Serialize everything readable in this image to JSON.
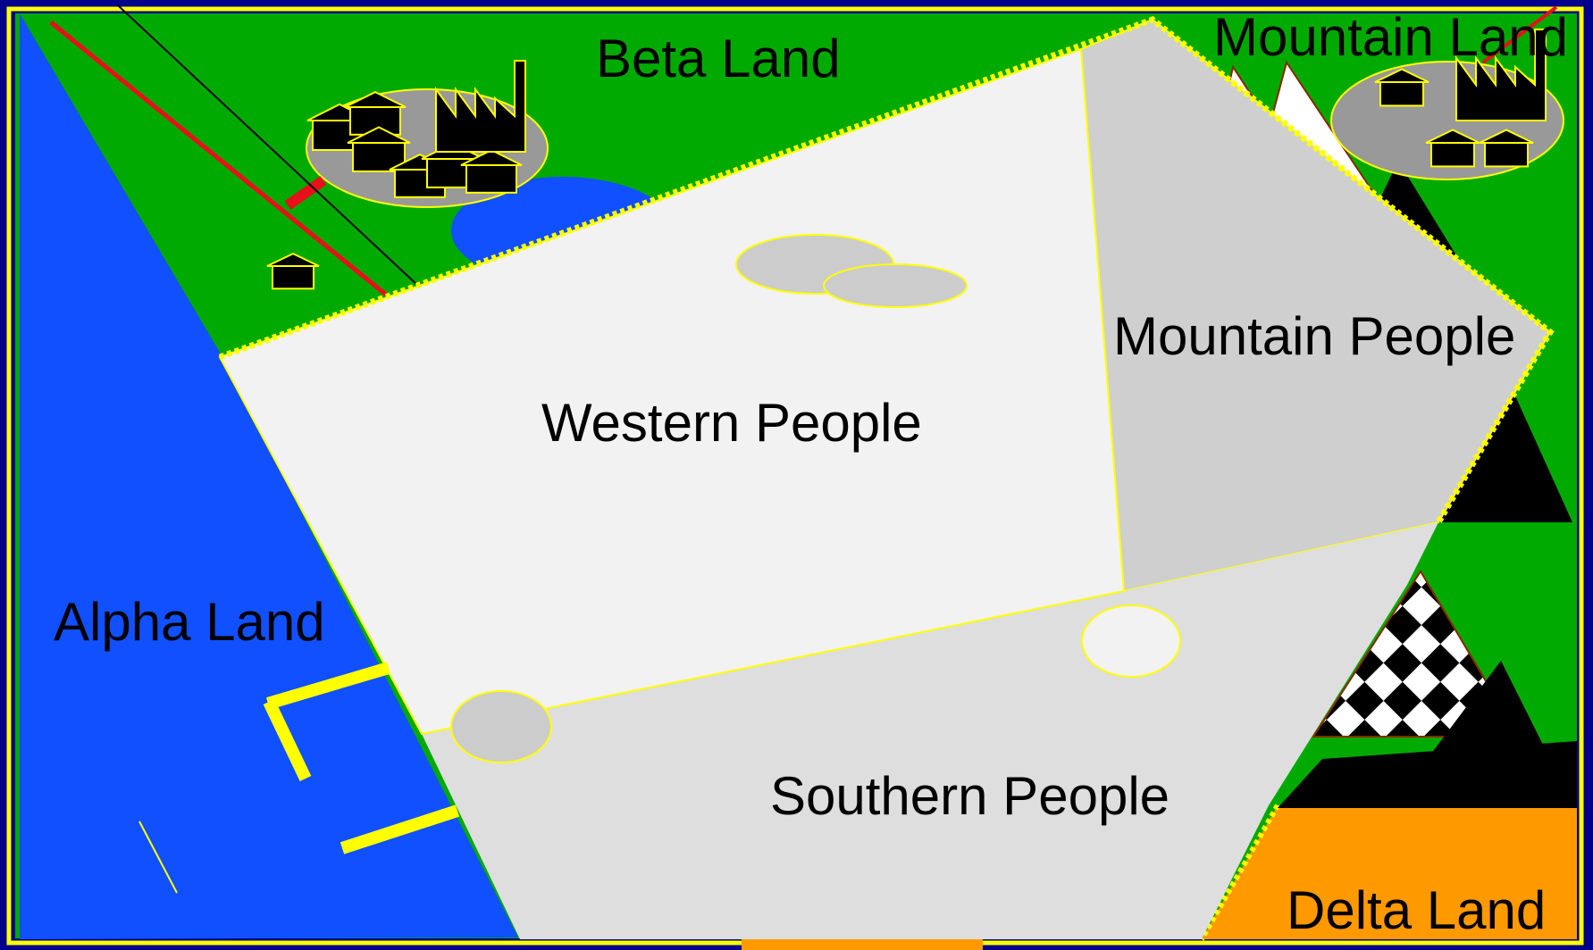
{
  "labels": {
    "beta_land": "Beta Land",
    "mountain_land": "Mountain Land",
    "mountain_people": "Mountain People",
    "western_people": "Western People",
    "alpha_land": "Alpha Land",
    "southern_people": "Southern People",
    "delta_land": "Delta Land"
  },
  "colors": {
    "frame": "#00008b",
    "border_yellow": "#ffff00",
    "land_green": "#00aa00",
    "water_blue": "#1150ff",
    "delta_orange": "#ff9900",
    "people_light": "#f2f2f2",
    "people_grey": "#dedede",
    "mountain_people_grey": "#cfcfcf",
    "settlement_grey": "#999999",
    "rail_red": "#e8101a"
  },
  "icons": [
    "house-icon",
    "factory-icon",
    "mountain-icon"
  ]
}
